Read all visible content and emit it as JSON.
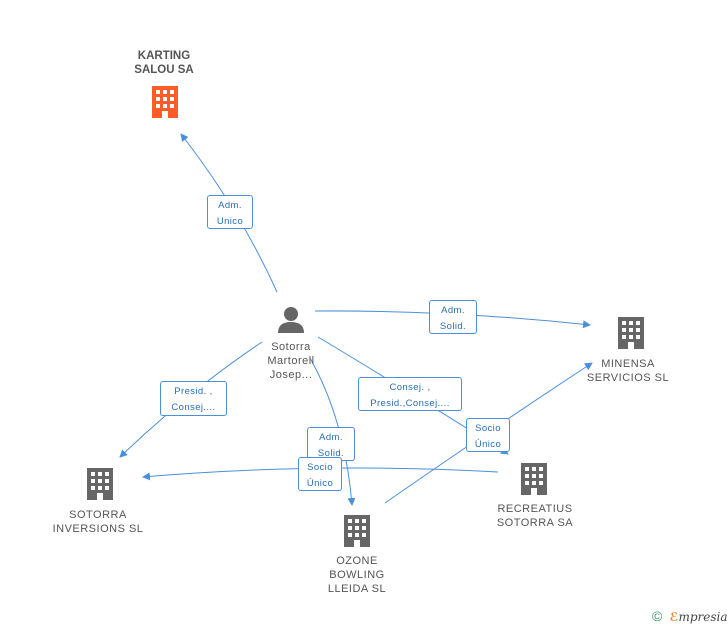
{
  "nodes": {
    "karting": {
      "lines": [
        "KARTING",
        "SALOU SA"
      ],
      "color": "#ff5c2b"
    },
    "person": {
      "lines": [
        "Sotorra",
        "Martorell",
        "Josep..."
      ],
      "color": "#666666"
    },
    "minensa": {
      "lines": [
        "MINENSA",
        "SERVICIOS  SL"
      ],
      "color": "#666666"
    },
    "sotorra_inv": {
      "lines": [
        "SOTORRA",
        "INVERSIONS  SL"
      ],
      "color": "#666666"
    },
    "ozone": {
      "lines": [
        "OZONE",
        "BOWLING",
        "LLEIDA  SL"
      ],
      "color": "#666666"
    },
    "recreatius": {
      "lines": [
        "RECREATIUS",
        "SOTORRA SA"
      ],
      "color": "#666666"
    }
  },
  "edges": {
    "adm_unico": [
      "Adm.",
      "Unico"
    ],
    "adm_solid_minensa": [
      "Adm.",
      "Solid."
    ],
    "presid_consej_sotorra": [
      "Presid. ,",
      "Consej...."
    ],
    "consej_presid": [
      "Consej. ,",
      "Presid.,Consej...."
    ],
    "socio_unico_minensa": [
      "Socio",
      "Único"
    ],
    "adm_solid_ozone": [
      "Adm.",
      "Solid."
    ],
    "socio_unico_sotorra": [
      "Socio",
      "Único"
    ]
  },
  "footer": {
    "copyright": "©",
    "brand_e": "ℰ",
    "brand_rest": "mpresia"
  },
  "colors": {
    "edge": "#4a90d9",
    "highlight": "#ff5c2b",
    "icon": "#666666"
  }
}
